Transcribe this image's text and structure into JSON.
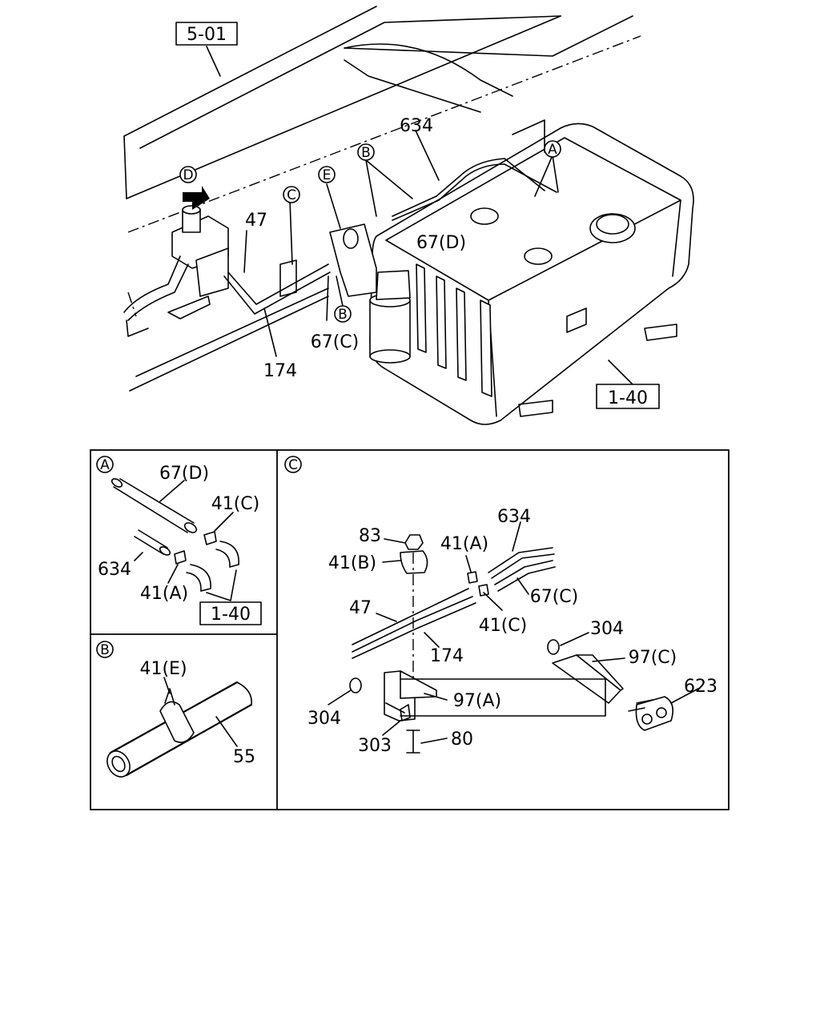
{
  "overview": {
    "ref_frame": "5-01",
    "ref_tank": "1-40",
    "labels": {
      "p634": "634",
      "p47": "47",
      "p174": "174",
      "p67c": "67(C)",
      "p67d": "67(D)"
    },
    "callouts": {
      "a": "A",
      "b": "B",
      "b2": "B",
      "c": "C",
      "d": "D",
      "e": "E"
    }
  },
  "detail_a": {
    "marker": "A",
    "labels": {
      "p67d": "67(D)",
      "p41c": "41(C)",
      "p634": "634",
      "p41a": "41(A)"
    },
    "ref": "1-40"
  },
  "detail_b": {
    "marker": "B",
    "labels": {
      "p41e": "41(E)",
      "p55": "55"
    }
  },
  "detail_c": {
    "marker": "C",
    "labels": {
      "p83": "83",
      "p41b": "41(B)",
      "p41a": "41(A)",
      "p634": "634",
      "p67c": "67(C)",
      "p47": "47",
      "p41c": "41(C)",
      "p174": "174",
      "p304a": "304",
      "p97c": "97(C)",
      "p623": "623",
      "p304b": "304",
      "p97a": "97(A)",
      "p303": "303",
      "p80": "80"
    }
  }
}
